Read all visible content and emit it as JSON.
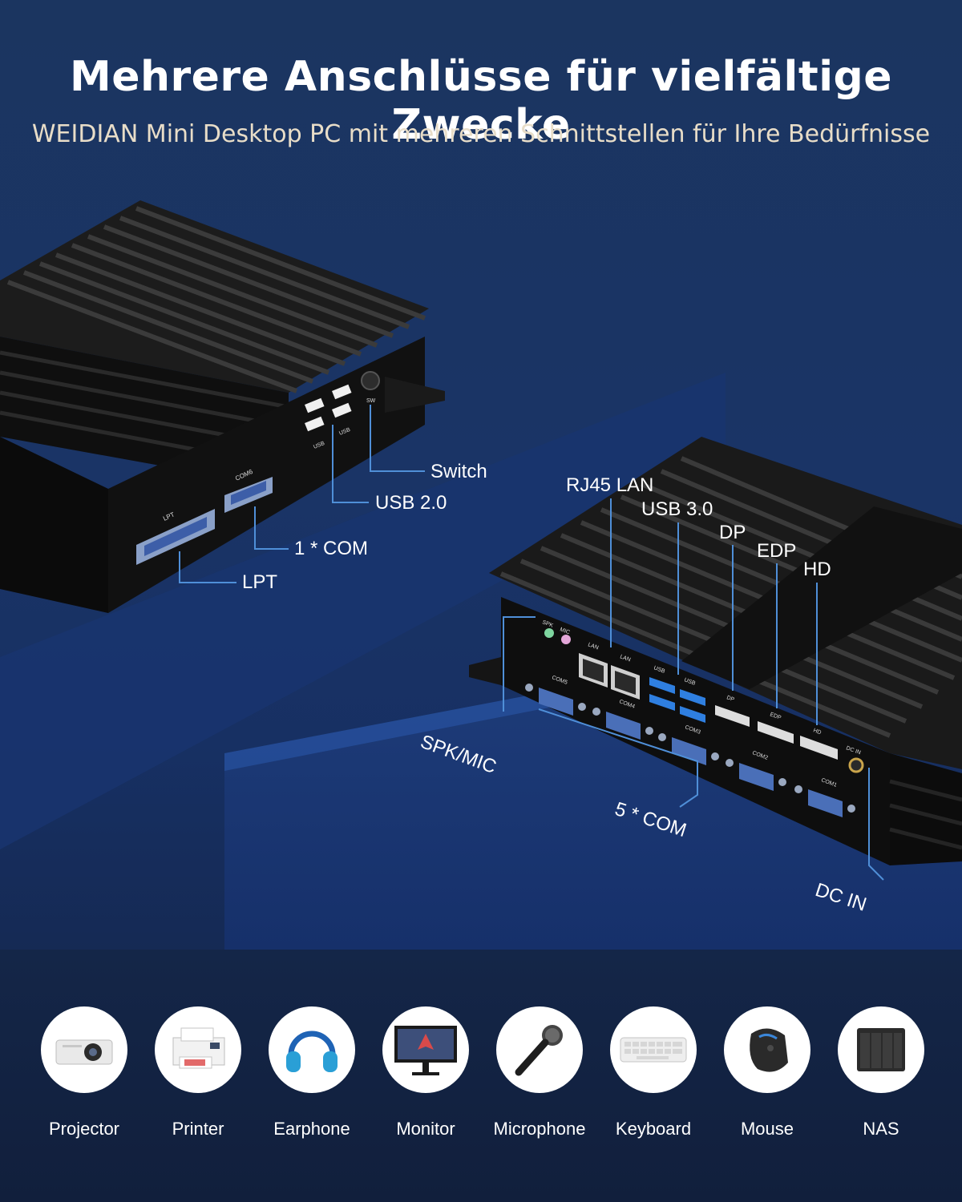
{
  "header": {
    "title": "Mehrere Anschlüsse für vielfältige Zwecke",
    "subtitle": "WEIDIAN Mini Desktop PC mit mehreren Schnittstellen für Ihre Bedürfnisse"
  },
  "callouts": {
    "switch": "Switch",
    "usb2": "USB 2.0",
    "com1": "1 * COM",
    "lpt": "LPT",
    "rj45": "RJ45 LAN",
    "usb3": "USB 3.0",
    "dp": "DP",
    "edp": "EDP",
    "hd": "HD",
    "spk_mic": "SPK/MIC",
    "com5": "5 * COM",
    "dc_in": "DC IN"
  },
  "port_silk": {
    "lpt": "LPT",
    "com6": "COM6",
    "usb": "USB",
    "sw": "SW",
    "spk": "SPK",
    "mic": "MIC",
    "lan": "LAN",
    "com5": "COM5",
    "com4": "COM4",
    "com3": "COM3",
    "com2": "COM2",
    "com1": "COM1",
    "dp": "DP",
    "edp": "EDP",
    "hd": "HD",
    "dcin": "DC IN"
  },
  "devices": [
    {
      "label": "Projector",
      "icon": "projector-icon"
    },
    {
      "label": "Printer",
      "icon": "printer-icon"
    },
    {
      "label": "Earphone",
      "icon": "headphones-icon"
    },
    {
      "label": "Monitor",
      "icon": "monitor-icon"
    },
    {
      "label": "Microphone",
      "icon": "microphone-icon"
    },
    {
      "label": "Keyboard",
      "icon": "keyboard-icon"
    },
    {
      "label": "Mouse",
      "icon": "mouse-icon"
    },
    {
      "label": "NAS",
      "icon": "nas-icon"
    }
  ],
  "colors": {
    "background": "#1a3466",
    "callout_line": "#4f8fd8",
    "device_body": "#141414",
    "usb3_port": "#2f7fe0"
  }
}
